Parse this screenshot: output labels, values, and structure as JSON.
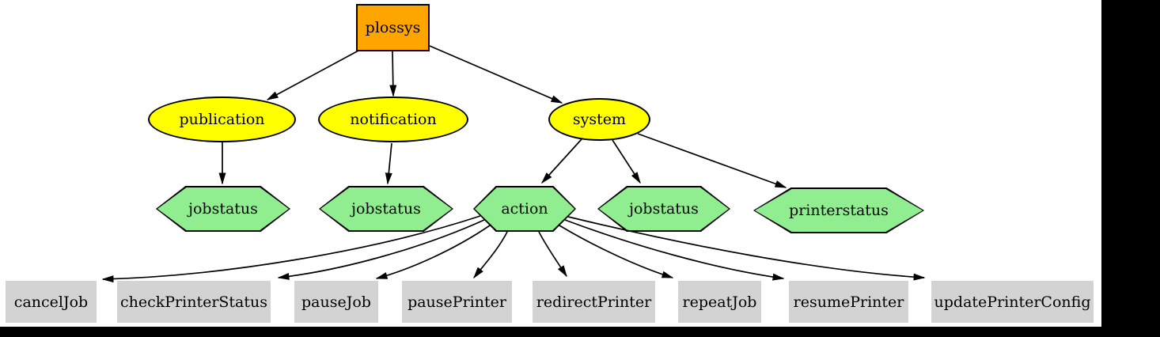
{
  "diagram": {
    "nodes": [
      {
        "id": "plossys",
        "label": "plossys",
        "shape": "box",
        "fill": "#ffa500"
      },
      {
        "id": "publication",
        "label": "publication",
        "shape": "ellipse",
        "fill": "#ffff00"
      },
      {
        "id": "notification",
        "label": "notification",
        "shape": "ellipse",
        "fill": "#ffff00"
      },
      {
        "id": "system",
        "label": "system",
        "shape": "ellipse",
        "fill": "#ffff00"
      },
      {
        "id": "jobstatus-publication",
        "label": "jobstatus",
        "shape": "hexagon",
        "fill": "#90ee90"
      },
      {
        "id": "jobstatus-notification",
        "label": "jobstatus",
        "shape": "hexagon",
        "fill": "#90ee90"
      },
      {
        "id": "action",
        "label": "action",
        "shape": "hexagon",
        "fill": "#90ee90"
      },
      {
        "id": "jobstatus-system",
        "label": "jobstatus",
        "shape": "hexagon",
        "fill": "#90ee90"
      },
      {
        "id": "printerstatus",
        "label": "printerstatus",
        "shape": "hexagon",
        "fill": "#90ee90"
      },
      {
        "id": "cancelJob",
        "label": "cancelJob",
        "shape": "box",
        "fill": "#d3d3d3"
      },
      {
        "id": "checkPrinterStatus",
        "label": "checkPrinterStatus",
        "shape": "box",
        "fill": "#d3d3d3"
      },
      {
        "id": "pauseJob",
        "label": "pauseJob",
        "shape": "box",
        "fill": "#d3d3d3"
      },
      {
        "id": "pausePrinter",
        "label": "pausePrinter",
        "shape": "box",
        "fill": "#d3d3d3"
      },
      {
        "id": "redirectPrinter",
        "label": "redirectPrinter",
        "shape": "box",
        "fill": "#d3d3d3"
      },
      {
        "id": "repeatJob",
        "label": "repeatJob",
        "shape": "box",
        "fill": "#d3d3d3"
      },
      {
        "id": "resumePrinter",
        "label": "resumePrinter",
        "shape": "box",
        "fill": "#d3d3d3"
      },
      {
        "id": "updatePrinterConfig",
        "label": "updatePrinterConfig",
        "shape": "box",
        "fill": "#d3d3d3"
      }
    ],
    "edges": [
      {
        "from": "plossys",
        "to": "publication"
      },
      {
        "from": "plossys",
        "to": "notification"
      },
      {
        "from": "plossys",
        "to": "system"
      },
      {
        "from": "publication",
        "to": "jobstatus-publication"
      },
      {
        "from": "notification",
        "to": "jobstatus-notification"
      },
      {
        "from": "system",
        "to": "action"
      },
      {
        "from": "system",
        "to": "jobstatus-system"
      },
      {
        "from": "system",
        "to": "printerstatus"
      },
      {
        "from": "action",
        "to": "cancelJob"
      },
      {
        "from": "action",
        "to": "checkPrinterStatus"
      },
      {
        "from": "action",
        "to": "pauseJob"
      },
      {
        "from": "action",
        "to": "pausePrinter"
      },
      {
        "from": "action",
        "to": "redirectPrinter"
      },
      {
        "from": "action",
        "to": "repeatJob"
      },
      {
        "from": "action",
        "to": "resumePrinter"
      },
      {
        "from": "action",
        "to": "updatePrinterConfig"
      }
    ],
    "colors": {
      "root_fill": "#ffa500",
      "category_fill": "#ffff00",
      "status_fill": "#90ee90",
      "command_fill": "#d3d3d3",
      "edge": "#000000",
      "background": "#ffffff",
      "frame_bars": "#000000"
    }
  }
}
